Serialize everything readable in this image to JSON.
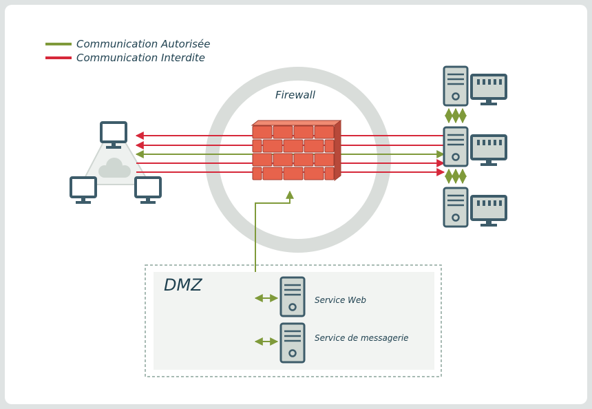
{
  "legend": {
    "items": [
      {
        "label": "Communication Autorisée",
        "color": "#7f9a3a"
      },
      {
        "label": "Communication Interdite",
        "color": "#d6283a"
      }
    ]
  },
  "firewall": {
    "label": "Firewall",
    "brick_color": "#e7634c",
    "ring_color": "#d9ddda"
  },
  "dmz": {
    "title": "DMZ",
    "services": [
      {
        "label": "Service Web",
        "icon": "server-icon"
      },
      {
        "label": "Service de messagerie",
        "icon": "server-icon"
      }
    ]
  },
  "internet": {
    "icon": "cloud-icon",
    "computers": 3
  },
  "lan": {
    "servers": 3,
    "workstations": 3
  },
  "colors": {
    "icon": "#3d5c6a",
    "server_body": "#cfd7d2",
    "allowed": "#7f9a3a",
    "forbidden": "#d6283a"
  }
}
